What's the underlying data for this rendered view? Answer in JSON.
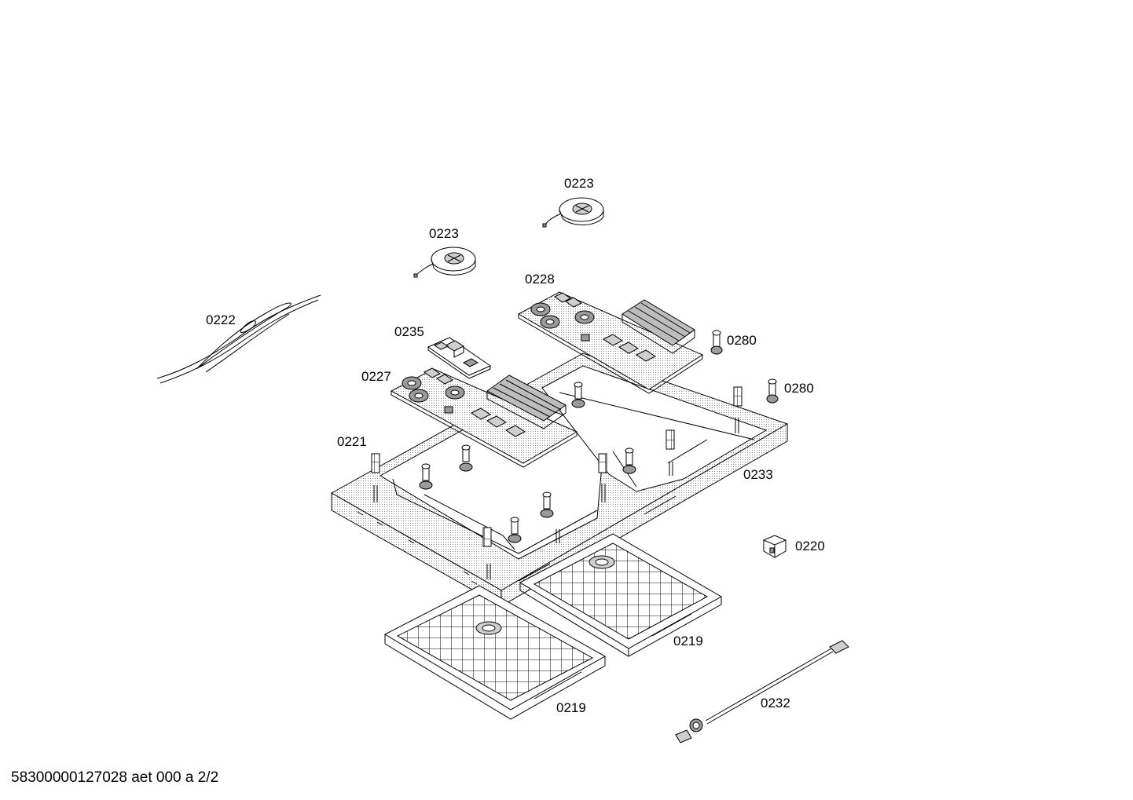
{
  "parts": {
    "fan_left": "0223",
    "fan_right": "0223",
    "board_right": "0228",
    "cable": "0222",
    "filter_board": "0235",
    "board_left": "0227",
    "pin_upper": "0280",
    "pin_lower": "0280",
    "spring": "0221",
    "frame": "0233",
    "clip": "0220",
    "tray_right": "0219",
    "tray_left": "0219",
    "ribbon_cable": "0232"
  },
  "footer": "58300000127028 aet 000 a 2/2"
}
